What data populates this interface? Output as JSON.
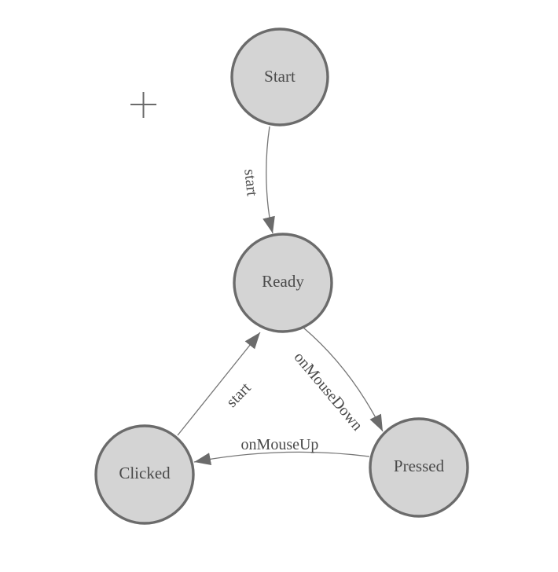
{
  "diagram": {
    "type": "state-machine",
    "nodes": [
      {
        "id": "start",
        "label": "Start"
      },
      {
        "id": "ready",
        "label": "Ready"
      },
      {
        "id": "clicked",
        "label": "Clicked"
      },
      {
        "id": "pressed",
        "label": "Pressed"
      }
    ],
    "edges": [
      {
        "from": "Start",
        "to": "Ready",
        "label": "start"
      },
      {
        "from": "Clicked",
        "to": "Ready",
        "label": "start"
      },
      {
        "from": "Ready",
        "to": "Pressed",
        "label": "onMouseDown"
      },
      {
        "from": "Pressed",
        "to": "Clicked",
        "label": "onMouseUp"
      }
    ],
    "cursor": {
      "icon": "plus-crosshair"
    },
    "colors": {
      "background": "#ffffff",
      "node_fill": "#d4d4d4",
      "node_stroke": "#6b6b6b",
      "edge_stroke": "#757575",
      "arrowhead_fill": "#6b6b6b",
      "label_text": "#4a4a4a"
    }
  }
}
